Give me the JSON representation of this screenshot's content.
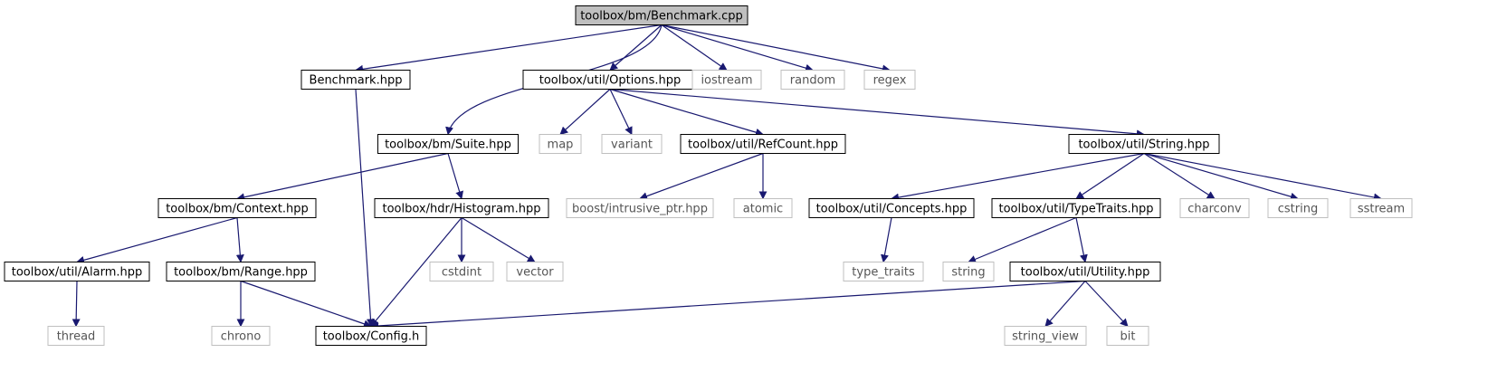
{
  "diagram": {
    "nodes": [
      {
        "id": "bench_cpp",
        "label": "toolbox/bm/Benchmark.cpp",
        "kind": "root"
      },
      {
        "id": "bench_hpp",
        "label": "Benchmark.hpp",
        "kind": "file"
      },
      {
        "id": "suite",
        "label": "toolbox/bm/Suite.hpp",
        "kind": "file"
      },
      {
        "id": "options",
        "label": "toolbox/util/Options.hpp",
        "kind": "file"
      },
      {
        "id": "iostream",
        "label": "iostream",
        "kind": "external"
      },
      {
        "id": "random",
        "label": "random",
        "kind": "external"
      },
      {
        "id": "regex",
        "label": "regex",
        "kind": "external"
      },
      {
        "id": "map",
        "label": "map",
        "kind": "external"
      },
      {
        "id": "variant",
        "label": "variant",
        "kind": "external"
      },
      {
        "id": "refcount",
        "label": "toolbox/util/RefCount.hpp",
        "kind": "file"
      },
      {
        "id": "string_hpp",
        "label": "toolbox/util/String.hpp",
        "kind": "file"
      },
      {
        "id": "context",
        "label": "toolbox/bm/Context.hpp",
        "kind": "file"
      },
      {
        "id": "histogram",
        "label": "toolbox/hdr/Histogram.hpp",
        "kind": "file"
      },
      {
        "id": "intrusive",
        "label": "boost/intrusive_ptr.hpp",
        "kind": "external"
      },
      {
        "id": "atomic",
        "label": "atomic",
        "kind": "external"
      },
      {
        "id": "concepts",
        "label": "toolbox/util/Concepts.hpp",
        "kind": "file"
      },
      {
        "id": "typetraits",
        "label": "toolbox/util/TypeTraits.hpp",
        "kind": "file"
      },
      {
        "id": "charconv",
        "label": "charconv",
        "kind": "external"
      },
      {
        "id": "cstring",
        "label": "cstring",
        "kind": "external"
      },
      {
        "id": "sstream",
        "label": "sstream",
        "kind": "external"
      },
      {
        "id": "alarm",
        "label": "toolbox/util/Alarm.hpp",
        "kind": "file"
      },
      {
        "id": "range",
        "label": "toolbox/bm/Range.hpp",
        "kind": "file"
      },
      {
        "id": "cstdint",
        "label": "cstdint",
        "kind": "external"
      },
      {
        "id": "vector",
        "label": "vector",
        "kind": "external"
      },
      {
        "id": "type_traits",
        "label": "type_traits",
        "kind": "external"
      },
      {
        "id": "string",
        "label": "string",
        "kind": "external"
      },
      {
        "id": "utility",
        "label": "toolbox/util/Utility.hpp",
        "kind": "file"
      },
      {
        "id": "thread",
        "label": "thread",
        "kind": "external"
      },
      {
        "id": "chrono",
        "label": "chrono",
        "kind": "external"
      },
      {
        "id": "config",
        "label": "toolbox/Config.h",
        "kind": "file"
      },
      {
        "id": "string_view",
        "label": "string_view",
        "kind": "external"
      },
      {
        "id": "bit",
        "label": "bit",
        "kind": "external"
      }
    ],
    "edges": [
      [
        "bench_cpp",
        "bench_hpp"
      ],
      [
        "bench_cpp",
        "suite"
      ],
      [
        "bench_cpp",
        "options"
      ],
      [
        "bench_cpp",
        "iostream"
      ],
      [
        "bench_cpp",
        "random"
      ],
      [
        "bench_cpp",
        "regex"
      ],
      [
        "bench_hpp",
        "config"
      ],
      [
        "suite",
        "context"
      ],
      [
        "suite",
        "histogram"
      ],
      [
        "options",
        "map"
      ],
      [
        "options",
        "variant"
      ],
      [
        "options",
        "refcount"
      ],
      [
        "options",
        "string_hpp"
      ],
      [
        "refcount",
        "intrusive"
      ],
      [
        "refcount",
        "atomic"
      ],
      [
        "string_hpp",
        "concepts"
      ],
      [
        "string_hpp",
        "typetraits"
      ],
      [
        "string_hpp",
        "charconv"
      ],
      [
        "string_hpp",
        "cstring"
      ],
      [
        "string_hpp",
        "sstream"
      ],
      [
        "context",
        "alarm"
      ],
      [
        "context",
        "range"
      ],
      [
        "histogram",
        "config"
      ],
      [
        "histogram",
        "cstdint"
      ],
      [
        "histogram",
        "vector"
      ],
      [
        "concepts",
        "type_traits"
      ],
      [
        "typetraits",
        "string"
      ],
      [
        "typetraits",
        "utility"
      ],
      [
        "alarm",
        "thread"
      ],
      [
        "range",
        "chrono"
      ],
      [
        "range",
        "config"
      ],
      [
        "utility",
        "config"
      ],
      [
        "utility",
        "string_view"
      ],
      [
        "utility",
        "bit"
      ]
    ],
    "colors": {
      "edge": "#191970",
      "file_border": "#000000",
      "external_border": "#bfbfbf",
      "root_fill": "#bfbfbf",
      "background": "#ffffff"
    }
  }
}
